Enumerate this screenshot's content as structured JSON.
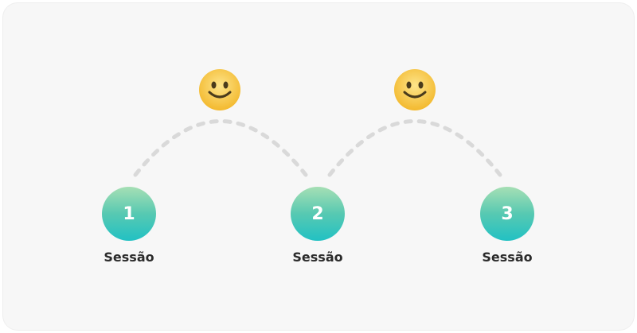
{
  "sessions": [
    {
      "number": "1",
      "label": "Sessão"
    },
    {
      "number": "2",
      "label": "Sessão"
    },
    {
      "number": "3",
      "label": "Sessão"
    }
  ],
  "connectors": [
    {
      "from": "1",
      "to": "2",
      "icon": "smiley-face-icon"
    },
    {
      "from": "2",
      "to": "3",
      "icon": "smiley-face-icon"
    }
  ],
  "colors": {
    "background": "#f7f7f7",
    "node_gradient_top": "#a6dfb4",
    "node_gradient_bottom": "#22c1c3",
    "arc": "#d9d9d9",
    "label": "#2b2b2b",
    "smiley_fill": "#f7c948"
  }
}
